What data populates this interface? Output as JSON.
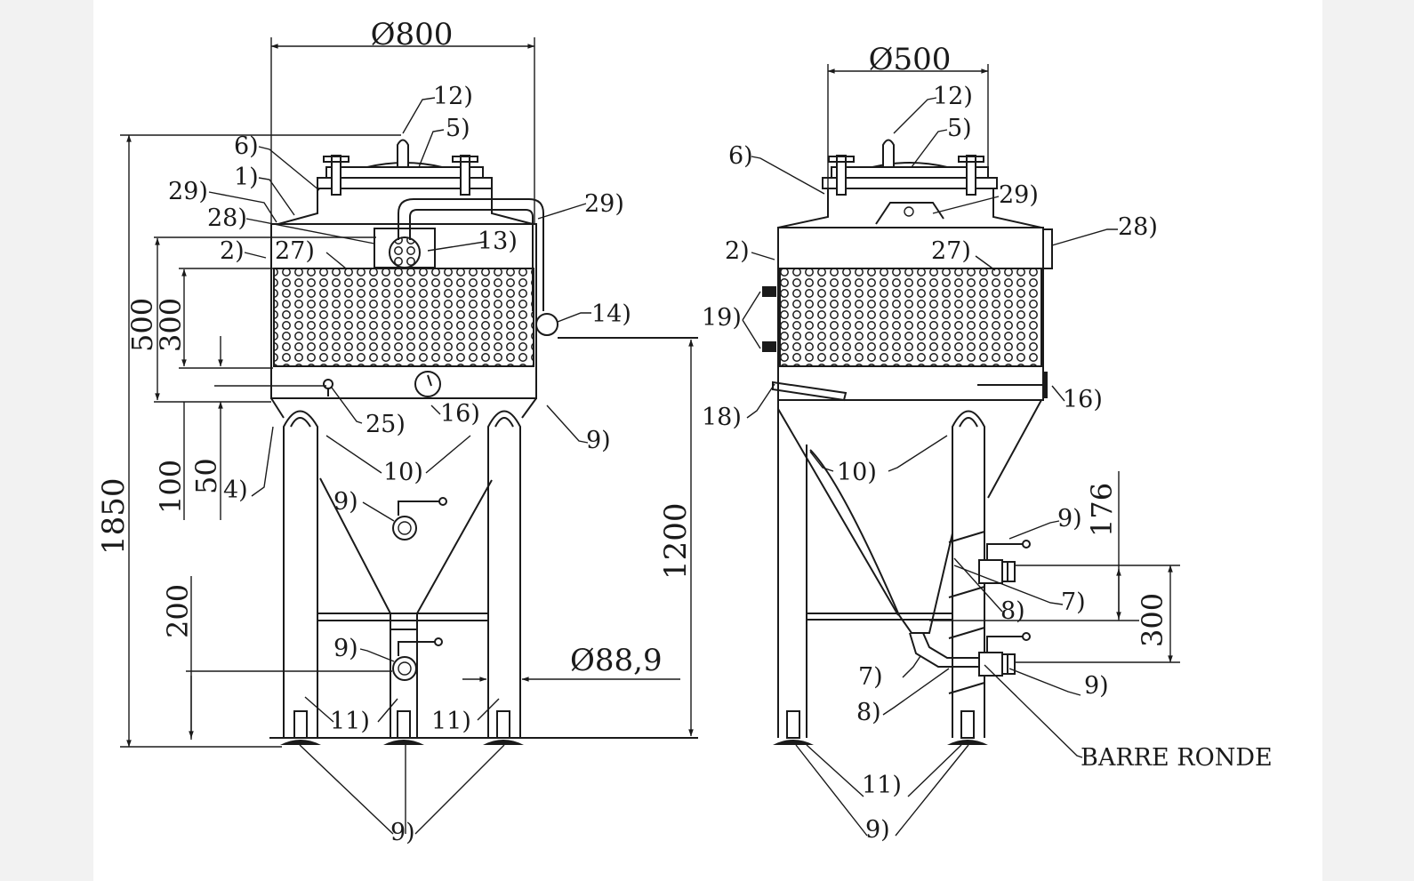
{
  "front_view": {
    "dimensions": {
      "top_diameter": "Ø800",
      "overall_height": "1850",
      "dim_500": "500",
      "dim_300": "300",
      "dim_100": "100",
      "dim_50": "50",
      "dim_200": "200",
      "dim_1200": "1200",
      "leg_diameter": "Ø88,9"
    },
    "callouts": {
      "c12": "12)",
      "c5": "5)",
      "c6": "6)",
      "c1": "1)",
      "c29a": "29)",
      "c28": "28)",
      "c2": "2)",
      "c27": "27)",
      "c13": "13)",
      "c29b": "29)",
      "c14": "14)",
      "c25": "25)",
      "c16": "16)",
      "c9a": "9)",
      "c10": "10)",
      "c4": "4)",
      "c9b": "9)",
      "c9c": "9)",
      "c11a": "11)",
      "c11b": "11)",
      "c9d": "9)"
    }
  },
  "side_view": {
    "dimensions": {
      "top_diameter": "Ø500",
      "dim_176": "176",
      "dim_300": "300"
    },
    "callouts": {
      "c12": "12)",
      "c5": "5)",
      "c6": "6)",
      "c29": "29)",
      "c28": "28)",
      "c2": "2)",
      "c27": "27)",
      "c19": "19)",
      "c16": "16)",
      "c18": "18)",
      "c10": "10)",
      "c9a": "9)",
      "c7a": "7)",
      "c8a": "8)",
      "c7b": "7)",
      "c8b": "8)",
      "c9b": "9)",
      "c11": "11)",
      "c9c": "9)",
      "barre": "BARRE RONDE"
    }
  }
}
